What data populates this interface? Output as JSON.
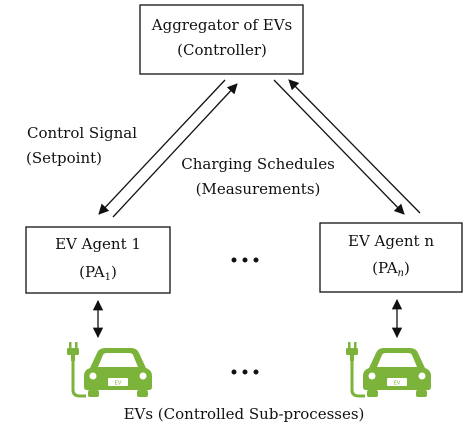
{
  "colors": {
    "car": "#7cb33a",
    "line": "#111111"
  },
  "controller": {
    "line1": "Aggregator of EVs",
    "line2": "(Controller)"
  },
  "signals": {
    "control_line1": "Control Signal",
    "control_line2": "(Setpoint)",
    "schedules_line1": "Charging Schedules",
    "schedules_line2": "(Measurements)"
  },
  "agents": [
    {
      "title": "EV Agent 1",
      "pa_prefix": "(PA",
      "pa_sub": "1",
      "pa_suffix": ")"
    },
    {
      "title": "EV Agent n",
      "pa_prefix": "(PA",
      "pa_sub": "n",
      "pa_suffix": ")"
    }
  ],
  "icons": {
    "car": "ev-car-icon",
    "plug": "charging-plug-icon",
    "ellipsis": "ellipsis-icon"
  },
  "car_plate_text": "EV",
  "footer": "EVs (Controlled Sub-processes)"
}
